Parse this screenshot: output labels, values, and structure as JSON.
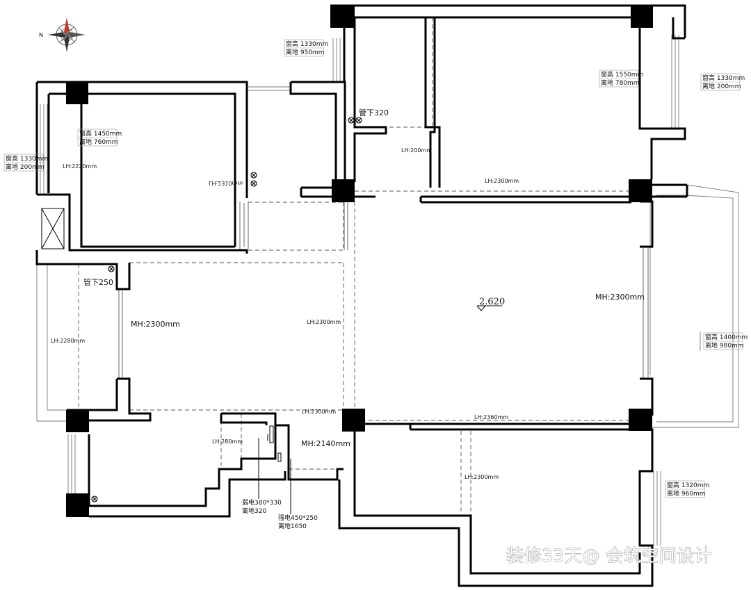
{
  "compass": {
    "north_label": "N"
  },
  "windows": [
    {
      "id": "w-top-left",
      "height": "窗高 1330mm",
      "sill": "离地 950mm"
    },
    {
      "id": "w-top-mid",
      "height": "窗高 1550mm",
      "sill": "离地 780mm"
    },
    {
      "id": "w-top-right",
      "height": "窗高 1330mm",
      "sill": "离地 200mm"
    },
    {
      "id": "w-bedroom",
      "height": "窗高 1450mm",
      "sill": "离地 760mm"
    },
    {
      "id": "w-left",
      "height": "窗高 1330mm",
      "sill": "离地 200mm"
    },
    {
      "id": "w-balcony",
      "height": "窗高 1400mm",
      "sill": "离地 980mm"
    },
    {
      "id": "w-bottom-right",
      "height": "窗高 1320mm",
      "sill": "离地 960mm"
    }
  ],
  "pipes": [
    {
      "id": "pipe-320",
      "label": "管下320"
    },
    {
      "id": "pipe-250",
      "label": "管下250"
    }
  ],
  "heights": {
    "lh_2220": "LH:2220mm",
    "lh_2310": "LH:2310mm",
    "lh_200": "LH:200mm",
    "lh_2300_top": "LH:2300mm",
    "lh_2300_mid": "LH:2300mm",
    "lh_2280": "LH:2280mm",
    "lh_2300_bottom": "LH:2300mm",
    "lh_2360": "LH:2360mm",
    "lh_280": "LH:280mm",
    "lh_2300_br": "LH:2300mm",
    "mh_left": "MH:2300mm",
    "mh_right": "MH:2300mm",
    "mh_2140": "MH:2140mm"
  },
  "elevation": "2.620",
  "electrical": {
    "weak_size": "弱电380*330",
    "weak_height": "离地320",
    "strong_size": "强电450*250",
    "strong_height": "离地1650"
  },
  "watermark": "装修33天@ 会筑空间设计"
}
